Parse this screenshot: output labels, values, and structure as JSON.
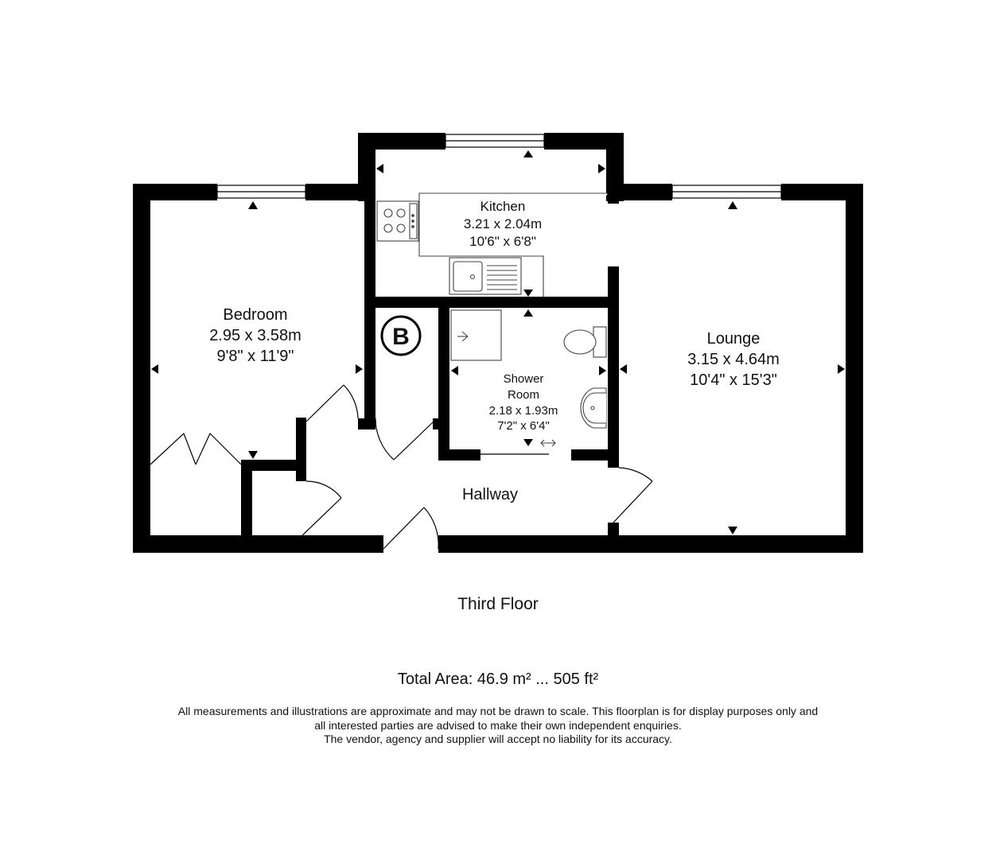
{
  "rooms": {
    "bedroom": {
      "name": "Bedroom",
      "metric": "2.95 x 3.58m",
      "imperial": "9'8\" x 11'9\""
    },
    "kitchen": {
      "name": "Kitchen",
      "metric": "3.21 x 2.04m",
      "imperial": "10'6\" x 6'8\""
    },
    "lounge": {
      "name": "Lounge",
      "metric": "3.15 x 4.64m",
      "imperial": "10'4\" x 15'3\""
    },
    "shower": {
      "name_line1": "Shower",
      "name_line2": "Room",
      "metric": "2.18 x 1.93m",
      "imperial": "7'2\" x 6'4\""
    },
    "hallway": {
      "name": "Hallway"
    },
    "boiler": {
      "symbol": "B"
    }
  },
  "floor_name": "Third Floor",
  "total_area": "Total Area: 46.9 m² ... 505 ft²",
  "disclaimer": [
    "All measurements and illustrations are approximate and may not be drawn to scale. This floorplan is for display purposes only and",
    "all interested parties are advised to make their own independent enquiries.",
    "The vendor, agency and supplier will accept no liability for its accuracy."
  ],
  "colors": {
    "wall": "#000000",
    "background": "#ffffff",
    "fixture": "#444444"
  }
}
